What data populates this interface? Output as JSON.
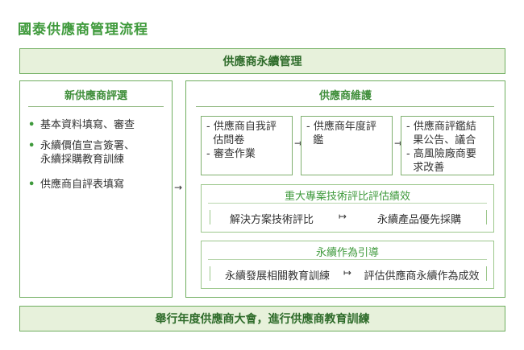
{
  "title": "國泰供應商管理流程",
  "top_band": "供應商永續管理",
  "bottom_band": "舉行年度供應商大會，進行供應商教育訓練",
  "left_panel": {
    "heading": "新供應商評選",
    "items": [
      "基本資料填寫、審查",
      "永續價值宣言簽署、\n永續採購教育訓練",
      "供應商自評表填寫"
    ]
  },
  "right_panel": {
    "heading": "供應商維護",
    "steps": [
      "- 供應商自我評\n  估問卷\n- 審查作業",
      "- 供應商年度評\n  鑑",
      "- 供應商評鑑結\n  果公告、議合\n- 高風險廠商要\n  求改善"
    ],
    "section1": {
      "heading": "重大專案技術評比評估績效",
      "left": "解決方案技術評比",
      "right": "永續產品優先採購"
    },
    "section2": {
      "heading": "永續作為引導",
      "left": "永續發展相關教育訓練",
      "right": "評估供應商永續作為成效"
    }
  },
  "colors": {
    "accent": "#3f9a3c",
    "band_bg": "#e7f1db",
    "border": "#6fae5f"
  },
  "icons": {
    "arrow": "right-arrow-icon",
    "bullet": "bullet-dot-icon"
  }
}
